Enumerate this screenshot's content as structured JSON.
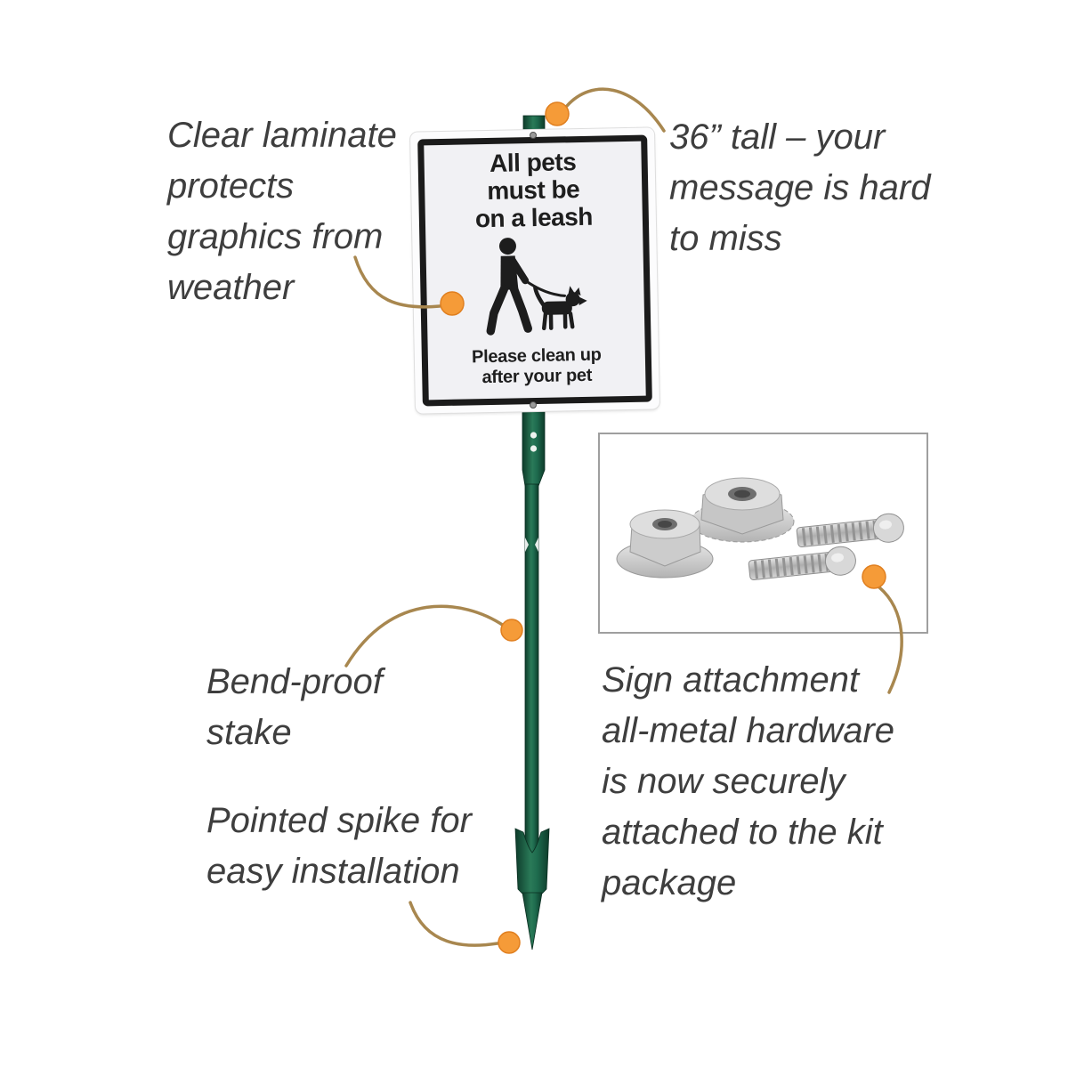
{
  "colors": {
    "accent_orange": "#f59b38",
    "accent_orange_border": "#e07f1f",
    "callout_line": "#a8874f",
    "stake_green": "#1e6b4e",
    "stake_green_dark": "#0d3b2a",
    "text_color": "#3e3e3e",
    "sign_border": "#1b1b1b",
    "sign_face": "#f1f1f4",
    "hardware_box_border": "#9f9f9f"
  },
  "callouts": {
    "laminate": {
      "lines": [
        "Clear laminate",
        "protects",
        "graphics from",
        "weather"
      ]
    },
    "tall": {
      "lines": [
        "36” tall – your",
        "message is hard",
        "to miss"
      ]
    },
    "bend": {
      "lines": [
        "Bend-proof",
        "stake"
      ]
    },
    "spike": {
      "lines": [
        "Pointed spike for",
        "easy installation"
      ]
    },
    "hardware": {
      "lines": [
        "Sign attachment",
        "all-metal hardware",
        "is now securely",
        "attached to the kit",
        "package"
      ]
    }
  },
  "sign": {
    "top_lines": [
      "All pets",
      "must be",
      "on a leash"
    ],
    "bottom_lines": [
      "Please clean up",
      "after your pet"
    ],
    "pictogram": "person-walking-dog-icon"
  },
  "hardware_box": {
    "items": [
      "flange-nut",
      "flange-nut",
      "bolt",
      "bolt"
    ]
  }
}
